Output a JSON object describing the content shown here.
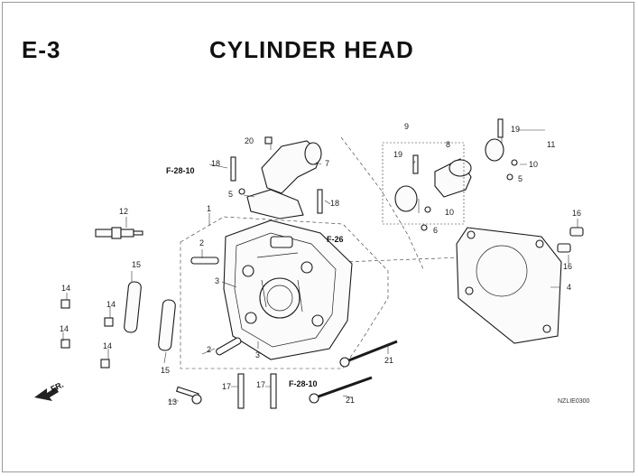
{
  "header": {
    "section": "E-3",
    "title": "CYLINDER HEAD"
  },
  "callouts": {
    "c1": "1",
    "c2a": "2",
    "c2b": "2",
    "c3a": "3",
    "c3b": "3",
    "c4": "4",
    "c5a": "5",
    "c5b": "5",
    "c6": "6",
    "c7": "7",
    "c8": "8",
    "c9": "9",
    "c10a": "10",
    "c10b": "10",
    "c11": "11",
    "c12": "12",
    "c13": "13",
    "c14a": "14",
    "c14b": "14",
    "c14c": "14",
    "c14d": "14",
    "c15a": "15",
    "c15b": "15",
    "c16a": "16",
    "c16b": "16",
    "c17a": "17",
    "c17b": "17",
    "c18a": "18",
    "c18b": "18",
    "c19a": "19",
    "c19b": "19",
    "c20": "20",
    "c21a": "21",
    "c21b": "21"
  },
  "references": {
    "f28a": "F-28-10",
    "f26": "F-26",
    "f28b": "F-28-10"
  },
  "front_marker": "FR.",
  "figure_code": "NZLIE0300"
}
